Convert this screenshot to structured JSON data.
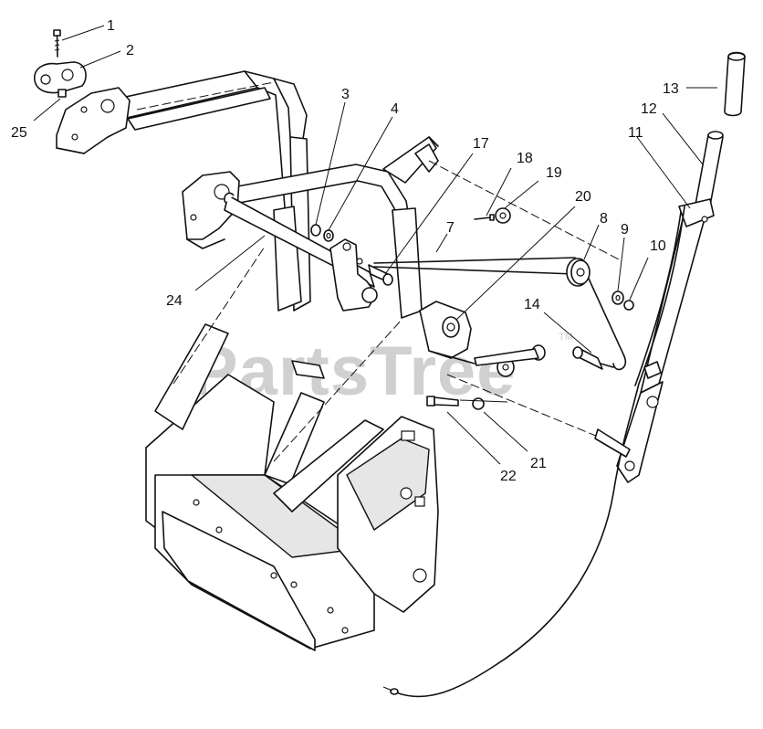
{
  "watermark": {
    "text": "PartsTree",
    "tm": "TM"
  },
  "callouts": [
    {
      "id": "1",
      "label": "1"
    },
    {
      "id": "2",
      "label": "2"
    },
    {
      "id": "3",
      "label": "3"
    },
    {
      "id": "4",
      "label": "4"
    },
    {
      "id": "7",
      "label": "7"
    },
    {
      "id": "8",
      "label": "8"
    },
    {
      "id": "9",
      "label": "9"
    },
    {
      "id": "10",
      "label": "10"
    },
    {
      "id": "11",
      "label": "11"
    },
    {
      "id": "12",
      "label": "12"
    },
    {
      "id": "13",
      "label": "13"
    },
    {
      "id": "14",
      "label": "14"
    },
    {
      "id": "17",
      "label": "17"
    },
    {
      "id": "18",
      "label": "18"
    },
    {
      "id": "19",
      "label": "19"
    },
    {
      "id": "20",
      "label": "20"
    },
    {
      "id": "21",
      "label": "21"
    },
    {
      "id": "22",
      "label": "22"
    },
    {
      "id": "24",
      "label": "24"
    },
    {
      "id": "25",
      "label": "25"
    }
  ]
}
